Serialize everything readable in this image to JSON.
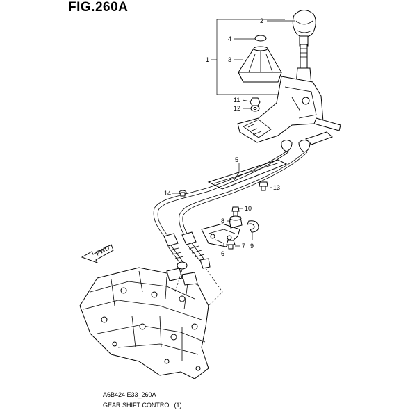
{
  "figure": {
    "title": "FIG.260A",
    "code": "A6B424 E33_260A",
    "caption": "GEAR SHIFT CONTROL (1)",
    "direction_label": "FWD"
  },
  "callouts": [
    {
      "id": "c1",
      "label": "1"
    },
    {
      "id": "c2",
      "label": "2"
    },
    {
      "id": "c3",
      "label": "3"
    },
    {
      "id": "c4",
      "label": "4"
    },
    {
      "id": "c5",
      "label": "5"
    },
    {
      "id": "c6",
      "label": "6"
    },
    {
      "id": "c7",
      "label": "7"
    },
    {
      "id": "c8",
      "label": "8"
    },
    {
      "id": "c9",
      "label": "9"
    },
    {
      "id": "c10",
      "label": "10"
    },
    {
      "id": "c11",
      "label": "11"
    },
    {
      "id": "c12",
      "label": "12"
    },
    {
      "id": "c13",
      "label": "13"
    },
    {
      "id": "c14",
      "label": "14"
    }
  ]
}
